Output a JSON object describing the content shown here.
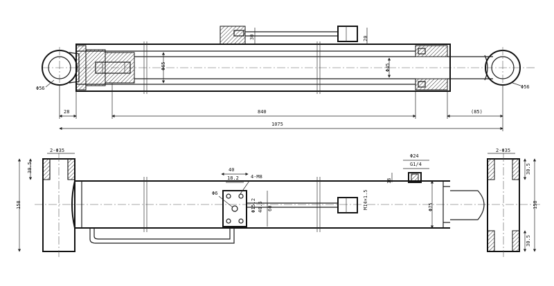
{
  "top_view": {
    "eye_left_dia": "Φ56",
    "eye_right_dia": "Φ56",
    "bore_dia": "Φ65",
    "rod_dia": "Φ45",
    "port_offset": "30",
    "valve_height": "20",
    "eye_offset": "28",
    "stroke_len": "840",
    "rod_ext": "(85)",
    "total_len": "1075"
  },
  "bottom_view": {
    "left_bore": "2-Φ35",
    "left_top": "30.5",
    "left_height": "158",
    "block_width": "40",
    "block_inner": "18.2",
    "block_thread": "4-M8",
    "block_hole": "Φ6",
    "block_dim1": "Φ15.2",
    "block_dim2": "40.5",
    "block_dim3": "60",
    "rod_thread": "M14×1.5",
    "port_dia": "Φ24",
    "port_thread": "G1/4",
    "port_height": "16",
    "tube_dia": "Φ75",
    "right_bore": "2-Φ35",
    "right_top": "30.5",
    "right_height": "158",
    "right_bottom": "30.5"
  }
}
